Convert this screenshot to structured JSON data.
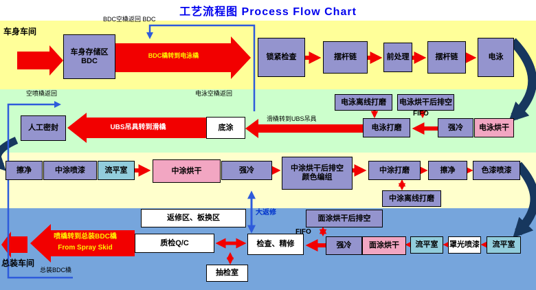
{
  "title": "工艺流程图 Process Flow Chart",
  "colors": {
    "red_arrow": "#F20000",
    "navy_curve": "#17375E",
    "blue_line": "#2E5BDB",
    "band_yellow": "#FFFF99",
    "band_green": "#CCFFCC",
    "band_cream": "#FFFFCC",
    "band_blue": "#76A5DC",
    "box_blue": "#9494CE",
    "box_pink": "#F2A6C2",
    "box_cyan": "#92CDDC",
    "title_blue": "#0000EE"
  },
  "row1": {
    "shop": "车身车间",
    "bdc_return": "BDC空橇返回 BDC",
    "storage": "车身存储区\nBDC",
    "transfer": "BDC橇转到电泳橇",
    "lock_check": "锁紧检查",
    "chain1": "摆杆链",
    "pretreatment": "前处理",
    "chain2": "摆杆链",
    "ecoat": "电泳"
  },
  "row2": {
    "ecoat_oven": "电泳烘干",
    "cooling": "强冷",
    "fifo": "FIFO",
    "oven_unload": "电泳烘干后排空",
    "offline_sanding": "电泳离线打磨",
    "sanding": "电泳打磨",
    "skid_to_ubs": "滑橇转到UBS吊具",
    "primer": "底涂",
    "ubs_to_skid": "UBS吊具转到滑橇",
    "manual_sealing": "人工密封",
    "spray_skid_return": "空喷橇返回",
    "ecoat_skid_return": "电泳空橇返回"
  },
  "row3": {
    "wipe1": "擦净",
    "spray": "中涂喷漆",
    "flash": "流平室",
    "oven": "中涂烘干",
    "cooling": "强冷",
    "unload": "中涂烘干后排空\n颜色编组",
    "sanding": "中涂打磨",
    "wipe2": "擦净",
    "base_spray": "色漆喷漆",
    "offline_sanding": "中涂离线打磨"
  },
  "row4": {
    "shop": "总装车间",
    "repair_area": "返修区、板换区",
    "major_repair": "大返修",
    "topcoat_unload": "面涂烘干后排空",
    "fifo": "FIFO",
    "qc": "质检Q/C",
    "inspection": "检查、精修",
    "cooling": "强冷",
    "topcoat_oven": "面涂烘干",
    "flash1": "流平室",
    "clearcoat": "罩光喷漆",
    "flash2": "流平室",
    "audit_room": "抽检室",
    "transfer_line1": "喷橇转到总装BDC橇",
    "transfer_line2": "From Spray Skid",
    "assembly_skid": "总装BDC橇"
  }
}
